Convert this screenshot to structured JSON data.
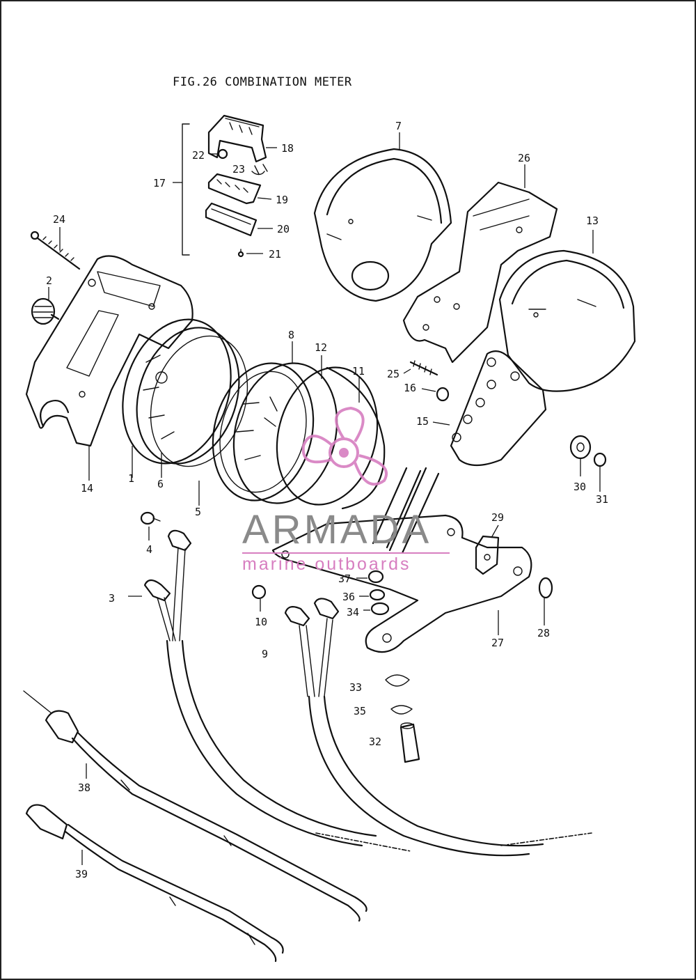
{
  "figure": {
    "title": "FIG.26  COMBINATION METER"
  },
  "callouts": [
    {
      "id": "1",
      "label": "1"
    },
    {
      "id": "2",
      "label": "2"
    },
    {
      "id": "3",
      "label": "3"
    },
    {
      "id": "4",
      "label": "4"
    },
    {
      "id": "5",
      "label": "5"
    },
    {
      "id": "6",
      "label": "6"
    },
    {
      "id": "7",
      "label": "7"
    },
    {
      "id": "8",
      "label": "8"
    },
    {
      "id": "9",
      "label": "9"
    },
    {
      "id": "10",
      "label": "10"
    },
    {
      "id": "11",
      "label": "11"
    },
    {
      "id": "12",
      "label": "12"
    },
    {
      "id": "13",
      "label": "13"
    },
    {
      "id": "14",
      "label": "14"
    },
    {
      "id": "15",
      "label": "15"
    },
    {
      "id": "16",
      "label": "16"
    },
    {
      "id": "17",
      "label": "17"
    },
    {
      "id": "18",
      "label": "18"
    },
    {
      "id": "19",
      "label": "19"
    },
    {
      "id": "20",
      "label": "20"
    },
    {
      "id": "21",
      "label": "21"
    },
    {
      "id": "22",
      "label": "22"
    },
    {
      "id": "23",
      "label": "23"
    },
    {
      "id": "24",
      "label": "24"
    },
    {
      "id": "25",
      "label": "25"
    },
    {
      "id": "26",
      "label": "26"
    },
    {
      "id": "27",
      "label": "27"
    },
    {
      "id": "28",
      "label": "28"
    },
    {
      "id": "29",
      "label": "29"
    },
    {
      "id": "30",
      "label": "30"
    },
    {
      "id": "31",
      "label": "31"
    },
    {
      "id": "32",
      "label": "32"
    },
    {
      "id": "33",
      "label": "33"
    },
    {
      "id": "34",
      "label": "34"
    },
    {
      "id": "35",
      "label": "35"
    },
    {
      "id": "36",
      "label": "36"
    },
    {
      "id": "37",
      "label": "37"
    },
    {
      "id": "38",
      "label": "38"
    },
    {
      "id": "39",
      "label": "39"
    }
  ],
  "watermark": {
    "brand": "ARMADA",
    "tagline": "marine outboards",
    "logo_color": "#d77ec0",
    "text_color": "#8a8a8a"
  }
}
